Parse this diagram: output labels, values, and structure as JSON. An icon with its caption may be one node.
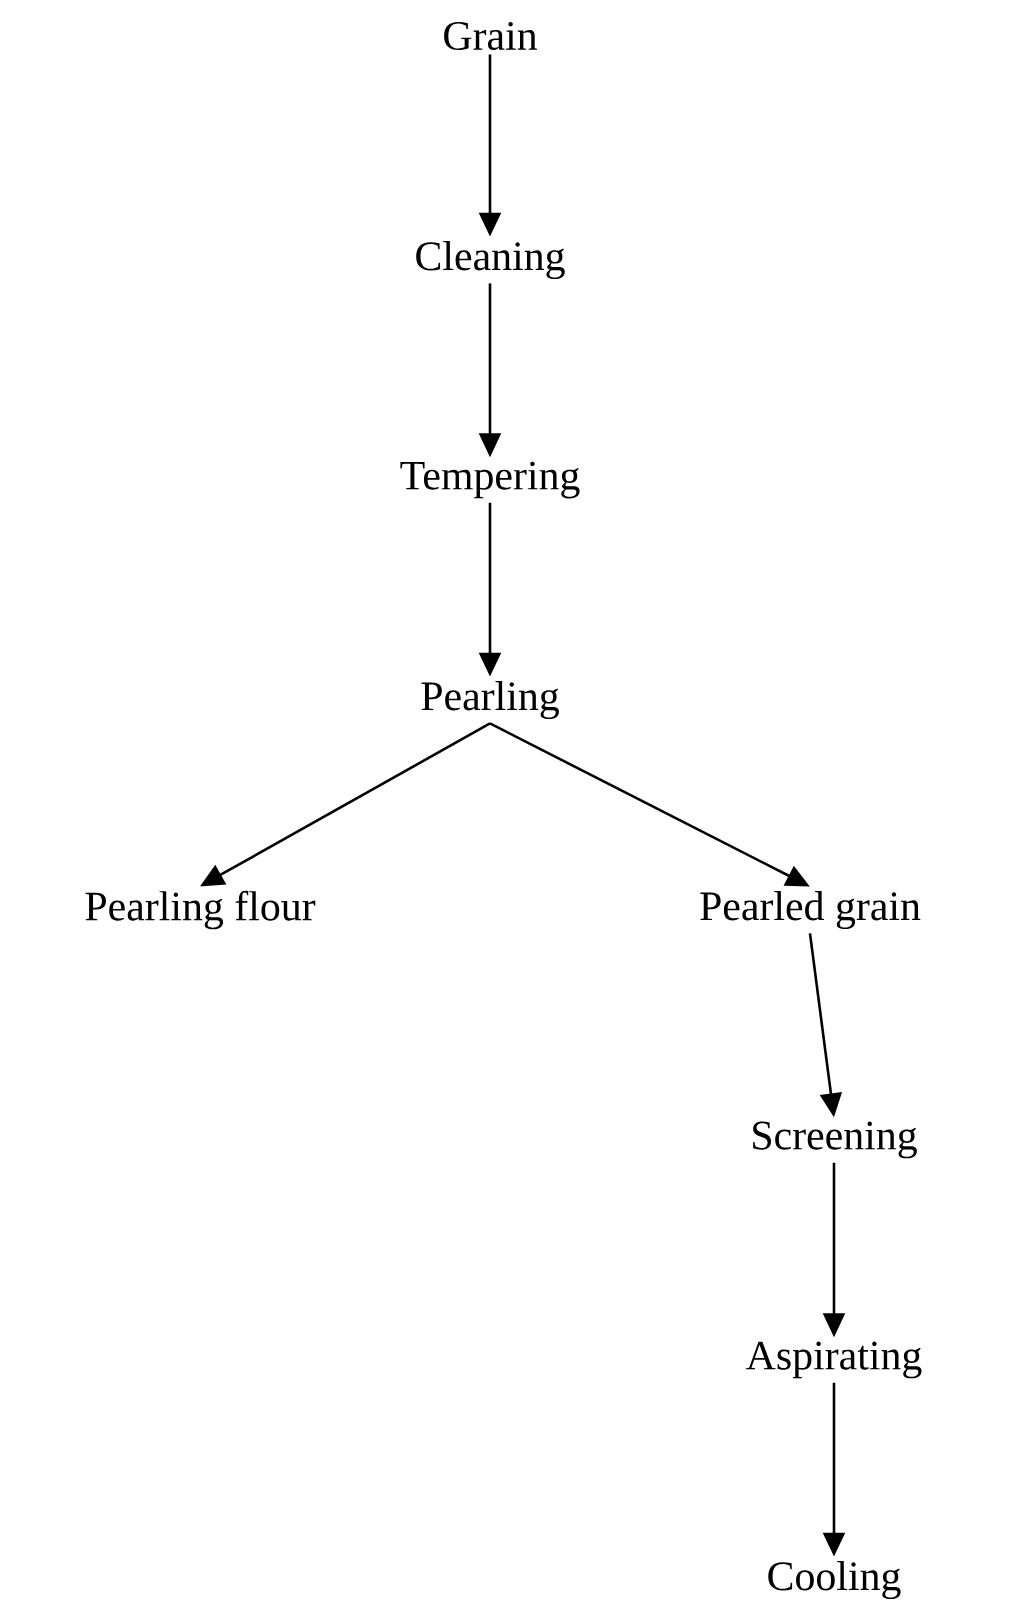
{
  "diagram": {
    "nodes": [
      {
        "text": [
          "Grain"
        ]
      },
      {
        "text": [
          "Cleaning"
        ]
      },
      {
        "text": [
          "Tempering"
        ]
      },
      {
        "text": [
          "Pearling"
        ]
      },
      {
        "text": [
          "Pearling flour"
        ]
      },
      {
        "text": [
          "Pearled grain"
        ]
      },
      {
        "text": [
          "Screening"
        ]
      },
      {
        "text": [
          "Aspirating"
        ]
      },
      {
        "text": [
          "Cooling"
        ]
      }
    ],
    "edges": [
      {
        "from": 0,
        "to": 1,
        "arrow": "to"
      },
      {
        "from": 1,
        "to": 2,
        "arrow": "to"
      },
      {
        "from": 2,
        "to": 3,
        "arrow": "to"
      },
      {
        "from": 3,
        "to": 4,
        "arrow": "to"
      },
      {
        "from": 3,
        "to": 5,
        "arrow": "to"
      },
      {
        "from": 5,
        "to": 6,
        "arrow": "to"
      },
      {
        "from": 6,
        "to": 7,
        "arrow": "to"
      },
      {
        "from": 7,
        "to": 8,
        "arrow": "to"
      }
    ]
  }
}
